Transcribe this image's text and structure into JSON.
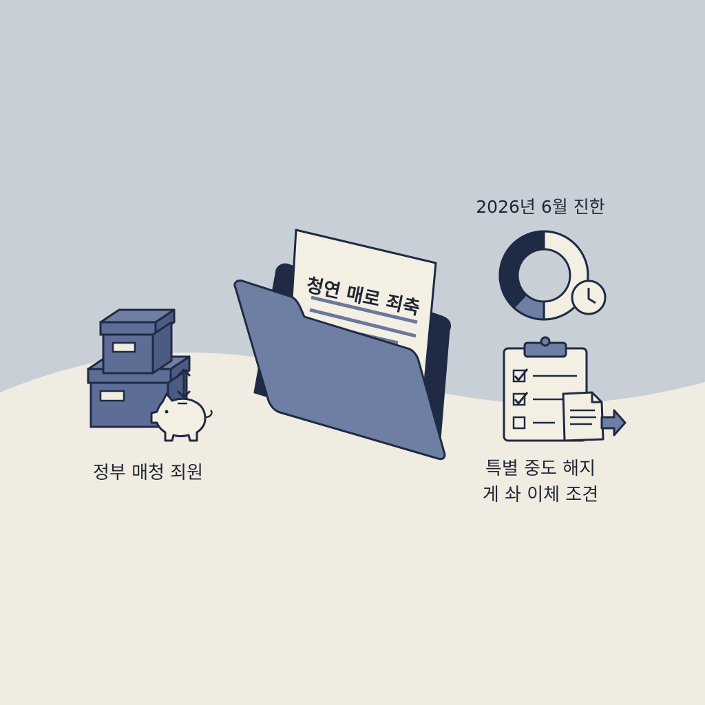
{
  "illustration": {
    "colors": {
      "sky": "#c9cfd7",
      "ground": "#f1ece1",
      "ink": "#1f2a44",
      "slate": "#5d6d96",
      "slate_light": "#6f7fa3",
      "paper": "#f3efe3",
      "line": "#6b7899"
    },
    "document_title": "청연 매로 죄축",
    "left_caption": "정부 매청 죄원",
    "timer_caption": "2026년 6월 진한",
    "right_caption_line1": "특별 중도 해지",
    "right_caption_line2": "게 솨 이체 조견",
    "progress_ring_fraction": 0.5,
    "icons": [
      "storage-boxes-icon",
      "piggy-bank-icon",
      "up-down-arrow-icon",
      "open-folder-icon",
      "document-icon",
      "progress-ring-icon",
      "clock-icon",
      "clipboard-checklist-icon",
      "file-transfer-icon",
      "arrow-right-icon"
    ],
    "checklist": [
      {
        "checked": true
      },
      {
        "checked": true
      },
      {
        "checked": false
      }
    ]
  }
}
